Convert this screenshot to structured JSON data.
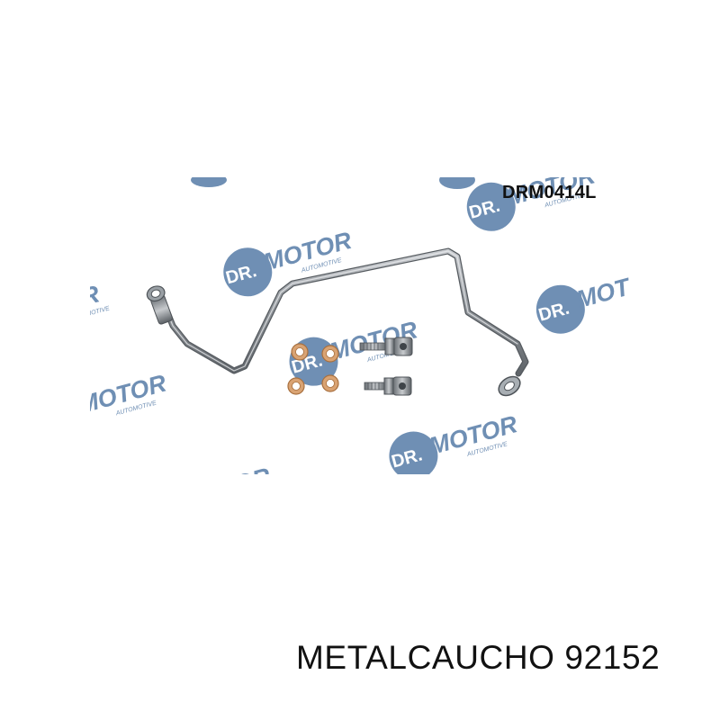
{
  "product": {
    "part_code": "DRM0414L",
    "caption": "METALCAUCHO 92152"
  },
  "watermark": {
    "brand": "DR.MOTOR",
    "tagline": "AUTOMOTIVE",
    "color": "#6f8fb4"
  },
  "icons": {
    "oil_pipe": "turbo-oil-feed-pipe",
    "banjo_bolt": "banjo-bolt-icon",
    "washer": "copper-washer-icon"
  }
}
